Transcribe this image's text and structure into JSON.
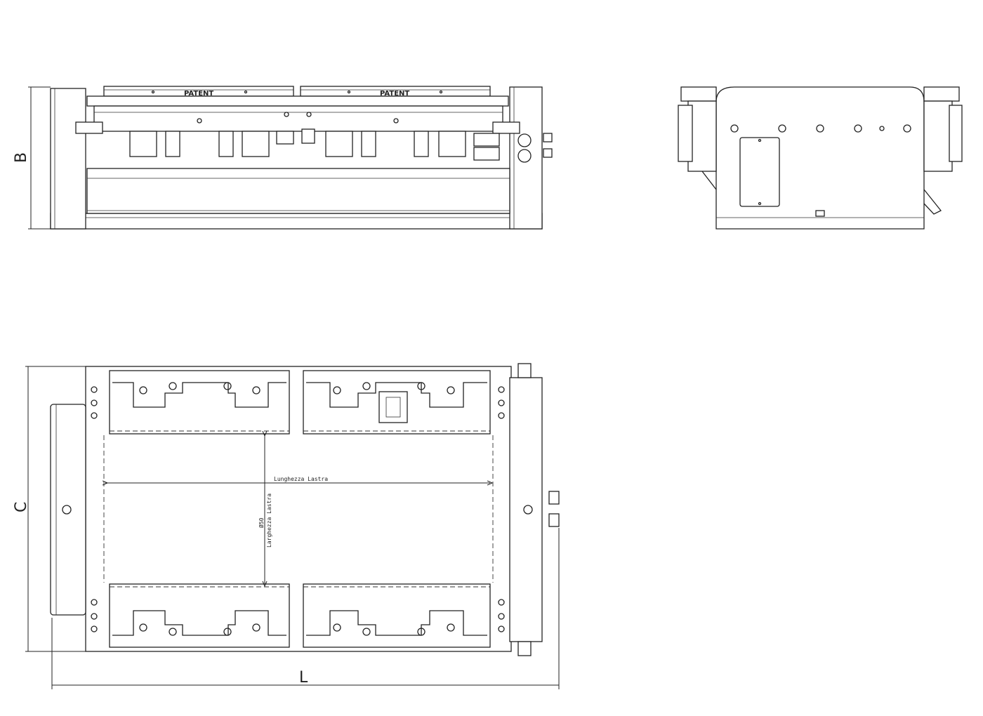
{
  "dimensions": {
    "height_label": "B",
    "width_label": "C",
    "length_label": "L"
  },
  "front_view": {
    "patent_left": "PATENT",
    "patent_right": "PATENT"
  },
  "top_view": {
    "horizontal_dimension_text": "Lunghezza Lastra",
    "vertical_dimension_text": "Larghezza Lastra",
    "vertical_dimension_prefix": "Ø50"
  }
}
